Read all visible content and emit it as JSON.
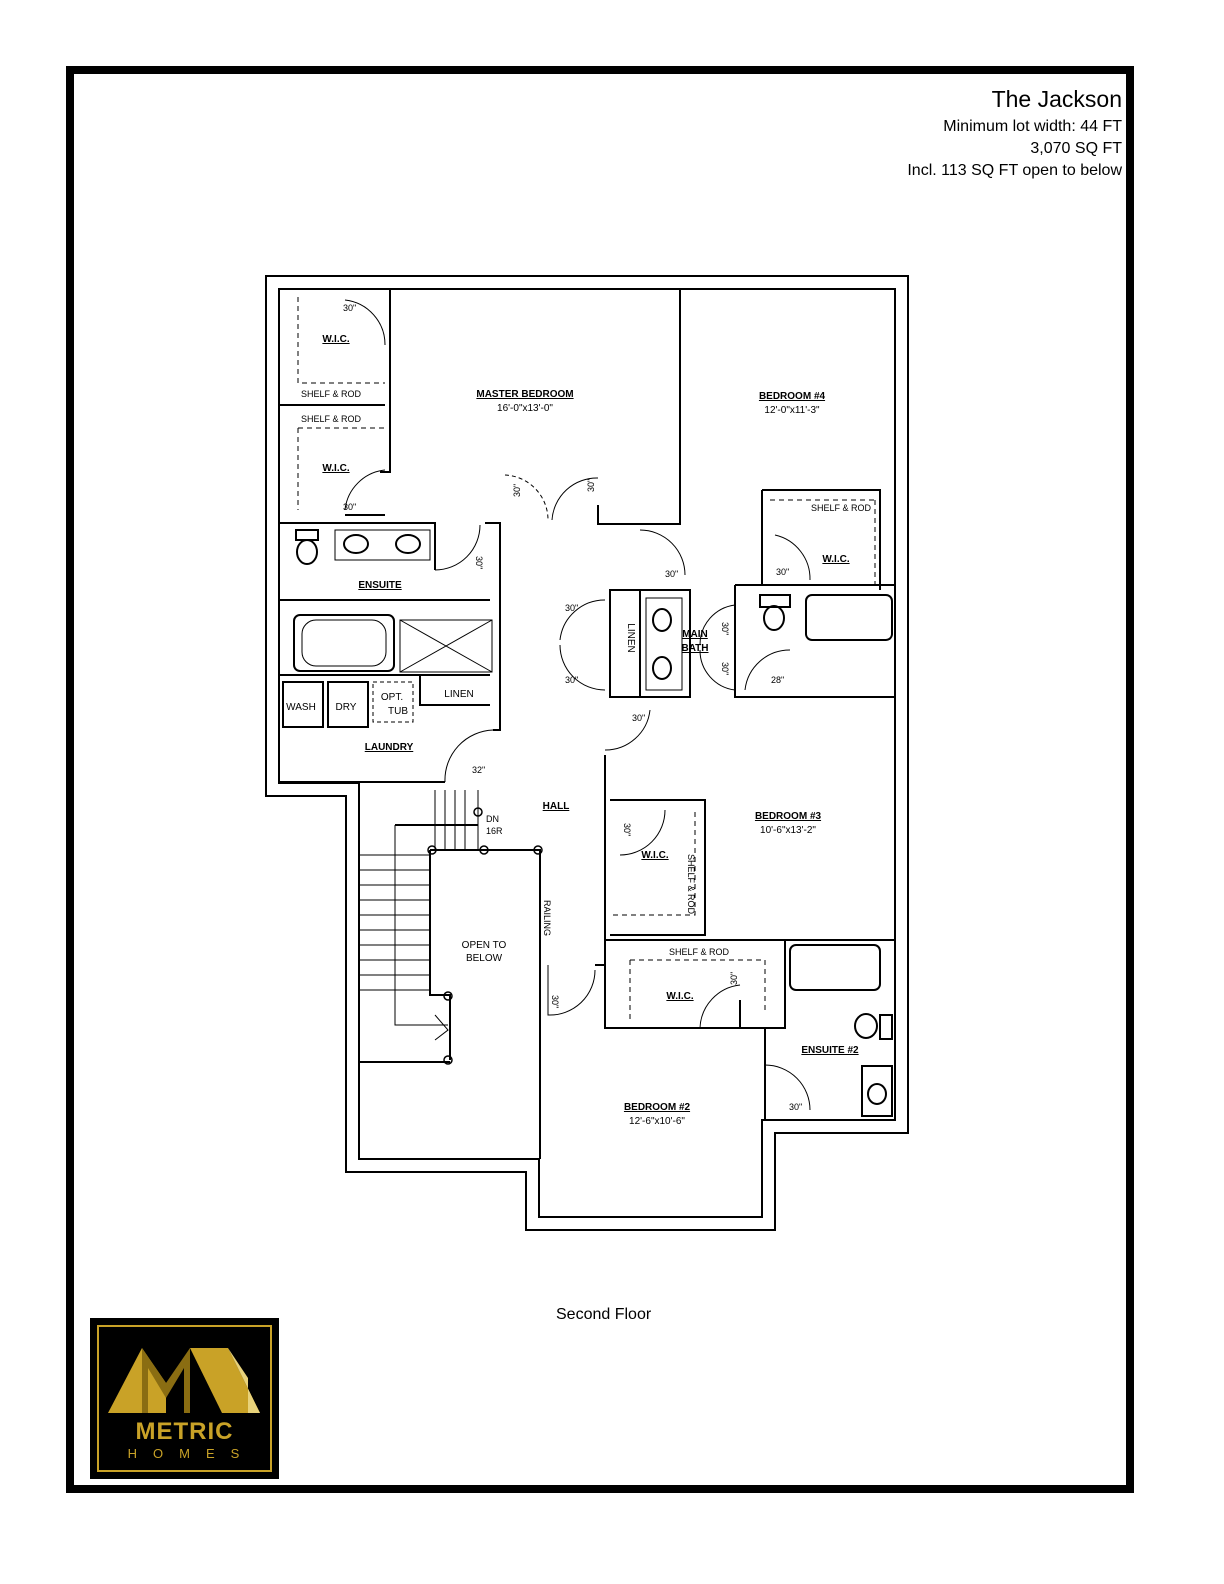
{
  "header": {
    "title": "The Jackson",
    "lot_width": "Minimum lot width: 44 FT",
    "sq_ft": "3,070 SQ FT",
    "open_below": "Incl. 113 SQ FT open to below"
  },
  "caption": "Second Floor",
  "rooms": {
    "master_bedroom": {
      "name": "MASTER BEDROOM",
      "size": "16'-0\"x13'-0\""
    },
    "bedroom4": {
      "name": "BEDROOM #4",
      "size": "12'-0\"x11'-3\""
    },
    "bedroom3": {
      "name": "BEDROOM #3",
      "size": "10'-6\"x13'-2\""
    },
    "bedroom2": {
      "name": "BEDROOM #2",
      "size": "12'-6\"x10'-6\""
    },
    "ensuite": "ENSUITE",
    "ensuite2": "ENSUITE #2",
    "main_bath": [
      "MAIN",
      "BATH"
    ],
    "laundry": "LAUNDRY",
    "hall": "HALL",
    "linen": "LINEN",
    "open_to_below": [
      "OPEN TO",
      "BELOW"
    ],
    "wic": "W.I.C.",
    "shelf_rod": "SHELF & ROD",
    "wash": "WASH",
    "dry": "DRY",
    "opt_tub": [
      "OPT.",
      "TUB"
    ],
    "railing": "RAILING",
    "stairs": [
      "DN",
      "16R"
    ]
  },
  "doors": {
    "d30": "30\"",
    "d32": "32\"",
    "d28": "28\""
  },
  "logo": {
    "word": "METRIC",
    "sub": "HOMES",
    "gold": "#c9a227"
  }
}
